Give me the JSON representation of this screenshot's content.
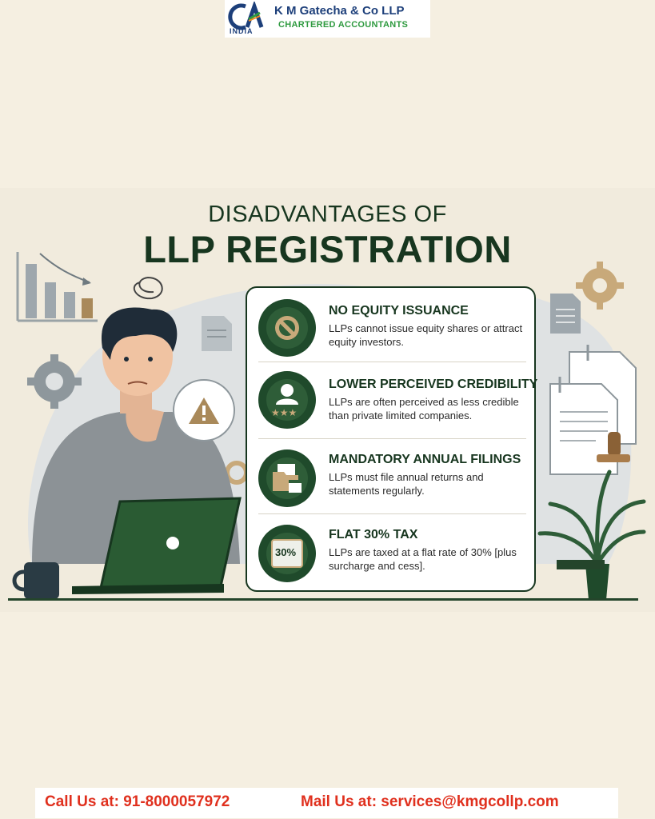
{
  "header": {
    "logo_letters": "CA",
    "logo_country": "INDIA",
    "firm_name": "K M Gatecha & Co LLP",
    "firm_tagline": "CHARTERED ACCOUNTANTS"
  },
  "title": {
    "line1": "DISADVANTAGES OF",
    "line2": "LLP REGISTRATION"
  },
  "items": [
    {
      "title": "NO EQUITY ISSUANCE",
      "desc": "LLPs cannot issue equity shares or attract equity investors.",
      "icon": "no-entry-icon"
    },
    {
      "title": "LOWER PERCEIVED CREDIBILITY",
      "desc": "LLPs are often perceived as less credible than private limited companies.",
      "icon": "user-rating-icon"
    },
    {
      "title": "MANDATORY ANNUAL FILINGS",
      "desc": "LLPs must file annual returns and statements regularly.",
      "icon": "folder-calendar-icon"
    },
    {
      "title": "FLAT 30% TAX",
      "desc": "LLPs are taxed at a flat rate of 30% [plus surcharge and cess].",
      "icon": "safe-icon",
      "badge_text": "30%"
    }
  ],
  "footer": {
    "call": "Call Us at: 91-8000057972",
    "mail": "Mail Us at: services@kmgcollp.com"
  },
  "colors": {
    "background": "#f5efe1",
    "dark_green": "#17361f",
    "badge_green": "#1f4a2b",
    "accent_tan": "#c8a97a",
    "footer_red": "#e0301e"
  }
}
